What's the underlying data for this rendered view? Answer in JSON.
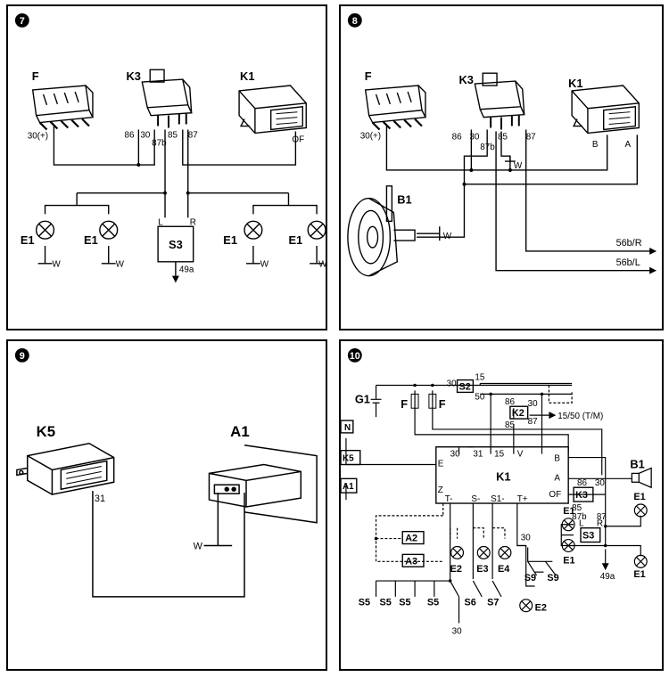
{
  "panels": {
    "p7": {
      "number": "7",
      "labels": {
        "F": "F",
        "K3": "K3",
        "K1": "K1",
        "t30plus": "30(+)",
        "t86": "86",
        "t30": "30",
        "t87b": "87b",
        "t85": "85",
        "t87": "87",
        "OF": "OF",
        "L": "L",
        "R": "R",
        "S3": "S3",
        "t49a": "49a",
        "E1": "E1",
        "W": "W"
      }
    },
    "p8": {
      "number": "8",
      "labels": {
        "F": "F",
        "K3": "K3",
        "K1": "K1",
        "t30plus": "30(+)",
        "t86": "86",
        "t30": "30",
        "t87b": "87b",
        "t85": "85",
        "t87": "87",
        "W": "W",
        "B": "B",
        "A": "A",
        "B1": "B1",
        "t56bR": "56b/R",
        "t56bL": "56b/L"
      }
    },
    "p9": {
      "number": "9",
      "labels": {
        "K5": "K5",
        "A1": "A1",
        "t31": "31",
        "W": "W"
      }
    },
    "p10": {
      "number": "10",
      "labels": {
        "G1": "G1",
        "F": "F",
        "S2": "S2",
        "t30": "30",
        "t15": "15",
        "t50": "50",
        "K2": "K2",
        "t86": "86",
        "t87": "87",
        "t85": "85",
        "t1550": "15/50 (T/M)",
        "N": "N",
        "K5": "K5",
        "A1": "A1",
        "K1": "K1",
        "pE": "E",
        "p30": "30",
        "p31": "31",
        "p15": "15",
        "pV": "V",
        "pB": "B",
        "pA": "A",
        "pOF": "OF",
        "pZ": "Z",
        "pT": "T-",
        "pS": "S-",
        "pS1": "S1-",
        "pTplus": "T+",
        "B1": "B1",
        "K3": "K3",
        "t87b": "87b",
        "L": "L",
        "R": "R",
        "S3": "S3",
        "t49a": "49a",
        "E1": "E1",
        "A2": "A2",
        "A3": "A3",
        "E2": "E2",
        "E3": "E3",
        "E4": "E4",
        "S5": "S5",
        "S6": "S6",
        "S7": "S7",
        "S9": "S9"
      }
    }
  }
}
